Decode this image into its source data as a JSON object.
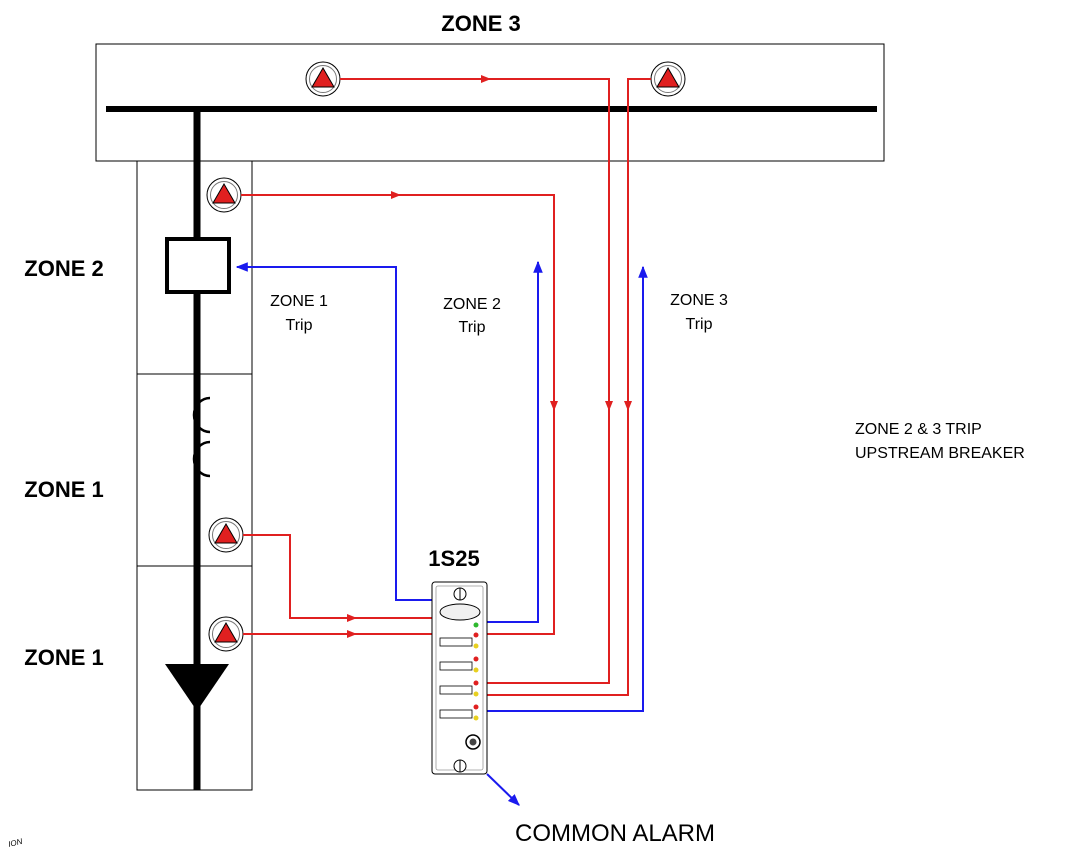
{
  "labels": {
    "zone3_title": "ZONE 3",
    "zone2": "ZONE 2",
    "zone1_upper": "ZONE 1",
    "zone1_lower": "ZONE 1",
    "zone1_trip_l1": "ZONE 1",
    "zone1_trip_l2": "Trip",
    "zone2_trip_l1": "ZONE 2",
    "zone2_trip_l2": "Trip",
    "zone3_trip_l1": "ZONE 3",
    "zone3_trip_l2": "Trip",
    "upstream_l1": "ZONE 2 & 3 TRIP",
    "upstream_l2": "UPSTREAM BREAKER",
    "device": "1S25",
    "common_alarm": "COMMON ALARM",
    "corner_fragment": "ION"
  },
  "colors": {
    "signal_red": "#e02020",
    "trip_blue": "#1a1aee",
    "bus_black": "#000000"
  },
  "icons": [
    "sensor-warning-icon",
    "breaker-icon",
    "transformer-icon",
    "load-icon",
    "relay-module-icon"
  ]
}
